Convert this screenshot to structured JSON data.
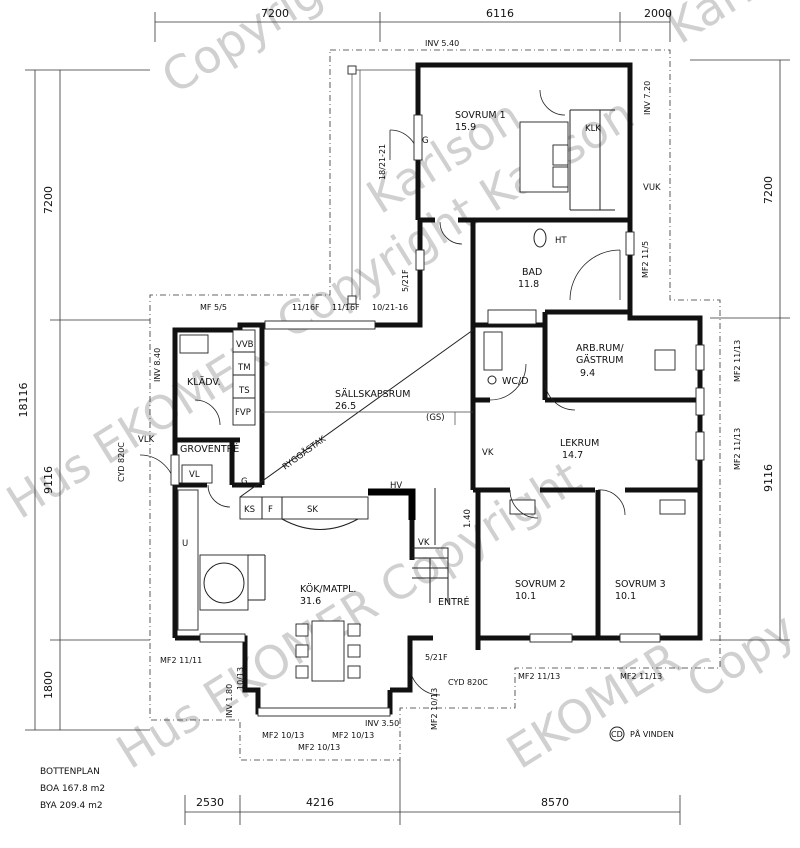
{
  "title": {
    "plan_name": "BOTTENPLAN",
    "boa": "BOA 167.8 m2",
    "bya": "BYA 209.4 m2"
  },
  "rooms": {
    "sovrum1": {
      "name": "SOVRUM 1",
      "area": "15.9"
    },
    "bad": {
      "name": "BAD",
      "area": "11.8"
    },
    "arb_line1": "ARB.RUM/",
    "arb_line2": "GÄSTRUM",
    "arb_area": "9.4",
    "wcd": "WC/D",
    "sallskap": {
      "name": "SÄLLSKAPSRUM",
      "area": "26.5"
    },
    "kladv": "KLÄDV.",
    "grovent": "GROVENTRÉ",
    "lekrum": {
      "name": "LEKRUM",
      "area": "14.7"
    },
    "kok": {
      "name": "KÖK/MATPL.",
      "area": "31.6"
    },
    "entre": "ENTRÉ",
    "sovrum2": {
      "name": "SOVRUM 2",
      "area": "10.1"
    },
    "sovrum3": {
      "name": "SOVRUM 3",
      "area": "10.1"
    }
  },
  "labels": {
    "klk": "KLK",
    "g_top": "G",
    "ht": "HT",
    "vuk_right": "VUK",
    "vvb": "VVB",
    "tm": "TM",
    "ts": "TS",
    "fvp": "FVP",
    "g_left": "G",
    "vl": "VL",
    "vlk": "VLK",
    "ks": "KS",
    "f": "F",
    "sk": "SK",
    "hv": "HV",
    "vk_lek": "VK",
    "vk_stair": "VK",
    "u": "U",
    "gs": "(GS)",
    "ryggastak": "RYGGÅSTAK",
    "dim_140": "1.40"
  },
  "window_labels": {
    "inv540": "INV 5.40",
    "inv720": "INV 7.20",
    "mf2_115": "MF2 11/5",
    "mf2_1113_a": "MF2 11/13",
    "mf2_1113_b": "MF2 11/13",
    "mf_55": "MF 5/5",
    "w_1116a": "11/16F",
    "w_1116b": "11/16F",
    "w_1021": "10/21-16",
    "w_521f_top": "5/21F",
    "w_1821": "18/21-21",
    "inv840": "INV 8.40",
    "cyd820_left": "CYD 820C",
    "mf2_1111": "MF2 11/11",
    "w_1013": "10/13",
    "inv180": "INV 1.80",
    "mf2_1013_a": "MF2 10/13",
    "mf2_1013_b": "MF2 10/13",
    "mf2_1013_c": "MF2 10/13",
    "inv350": "INV 3.50",
    "w_521f_bot": "5/21F",
    "cyd820_right": "CYD 820C",
    "mf2_1013_vert": "MF2 10/13",
    "mf2_1113_s2": "MF2 11/13",
    "mf2_1113_s3": "MF2 11/13",
    "cd_symbol": "CD",
    "pa_vinden": "PÅ VINDEN"
  },
  "dimensions": {
    "top": [
      "7200",
      "6116",
      "2000"
    ],
    "bottom": [
      "2530",
      "4216",
      "8570"
    ],
    "left_total": "18116",
    "left_parts": [
      "7200",
      "9116",
      "1800"
    ],
    "right_parts": [
      "7200",
      "9116"
    ]
  },
  "watermark": [
    "Copyright",
    "Karlson",
    "Hus EKOMER",
    "Copyright Karlson",
    "Hus EKOMER Copyright",
    "Karlson",
    "EKOMER",
    "Copy"
  ]
}
